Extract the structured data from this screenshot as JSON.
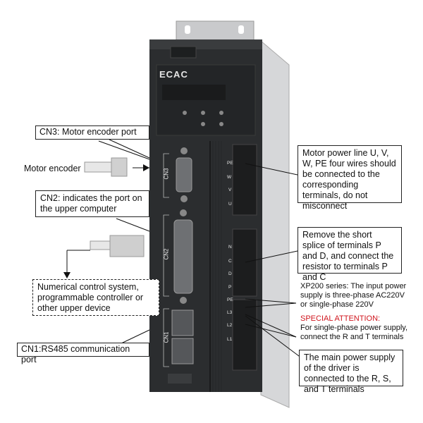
{
  "device": {
    "brand": "ECAC",
    "cn3_tag": "CN3",
    "cn2_tag": "CN2",
    "cn1_tag": "CN1",
    "terminals_top": [
      "PE",
      "W",
      "V",
      "U"
    ],
    "terminals_mid": [
      "N",
      "C",
      "D",
      "P"
    ],
    "terminals_bot": [
      "PE",
      "L3",
      "L2",
      "L1"
    ],
    "colors": {
      "body": "#2b2d2f",
      "side": "#d8d9db",
      "label_red": "#d0161e"
    }
  },
  "callouts": {
    "cn3": "CN3: Motor encoder port",
    "motor_encoder": "Motor encoder",
    "cn2": "CN2: indicates the port on the upper computer",
    "upper_device": "Numerical control system, programmable controller or other upper device",
    "cn1": "CN1:RS485 communication port",
    "motor_power": "Motor power line U, V, W, PE four wires should be connected to the corresponding terminals, do not misconnect",
    "resistor": "Remove the short splice of terminals P and D, and connect the resistor to terminals P and C",
    "xp200": "XP200 series: The input power supply is three-phase AC220V or single-phase 220V",
    "special_title": "SPECIAL ATTENTION:",
    "special_body": "For single-phase power supply, connect the R and T terminals",
    "main_power": "The main power supply of the driver is connected to the R, S, and T terminals"
  }
}
